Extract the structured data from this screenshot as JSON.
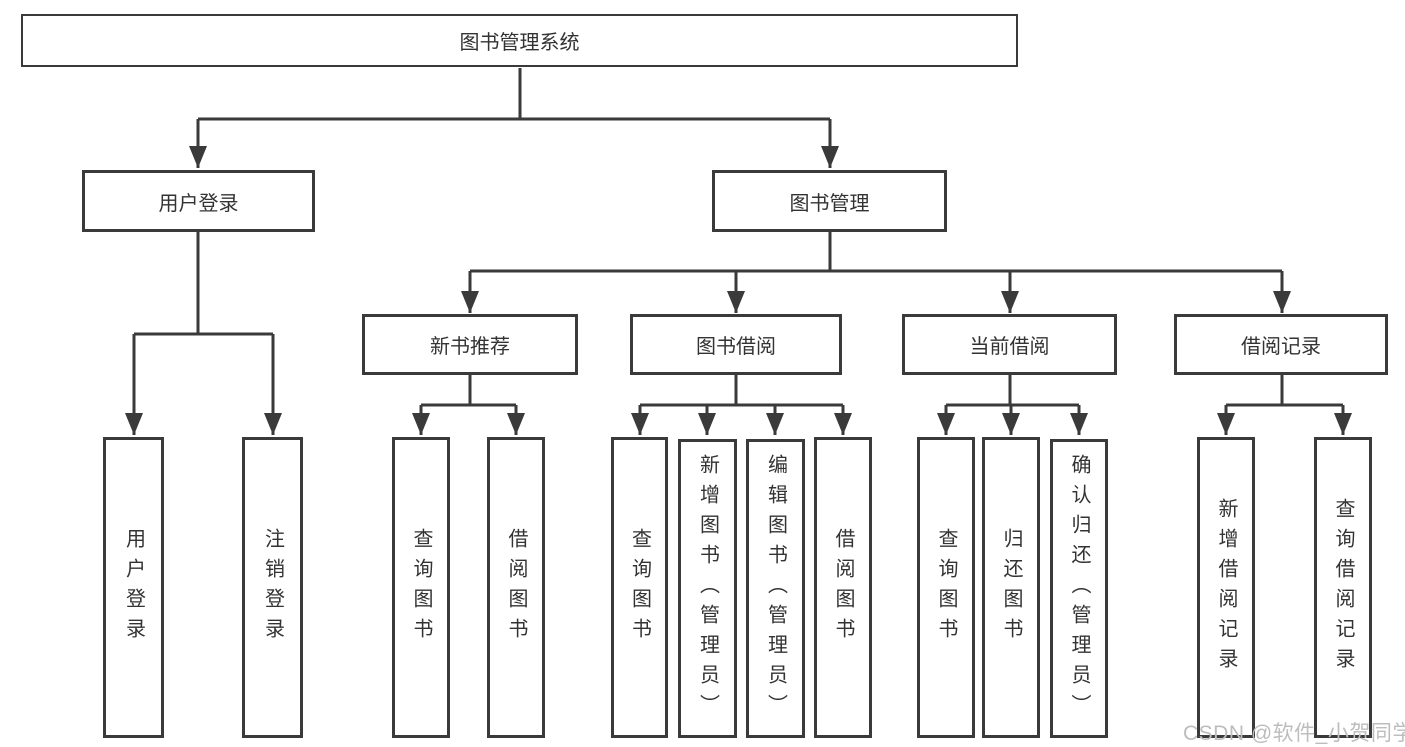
{
  "colors": {
    "line": "#3a3a3a",
    "box_border": "#3a3a3a",
    "text": "#333333",
    "watermark": "#bdbdbd",
    "background": "#ffffff"
  },
  "watermark": {
    "text": "CSDN @软件_小贺同学"
  },
  "tree": {
    "root": {
      "label": "图书管理系统",
      "children": [
        {
          "label": "用户登录",
          "children": [
            {
              "label": "用户登录"
            },
            {
              "label": "注销登录"
            }
          ]
        },
        {
          "label": "图书管理",
          "children": [
            {
              "label": "新书推荐",
              "children": [
                {
                  "label": "查询图书"
                },
                {
                  "label": "借阅图书"
                }
              ]
            },
            {
              "label": "图书借阅",
              "children": [
                {
                  "label": "查询图书"
                },
                {
                  "label": "新增图书（管理员）"
                },
                {
                  "label": "编辑图书（管理员）"
                },
                {
                  "label": "借阅图书"
                }
              ]
            },
            {
              "label": "当前借阅",
              "children": [
                {
                  "label": "查询图书"
                },
                {
                  "label": "归还图书"
                },
                {
                  "label": "确认归还（管理员）"
                }
              ]
            },
            {
              "label": "借阅记录",
              "children": [
                {
                  "label": "新增借阅记录"
                },
                {
                  "label": "查询借阅记录"
                }
              ]
            }
          ]
        }
      ]
    }
  }
}
